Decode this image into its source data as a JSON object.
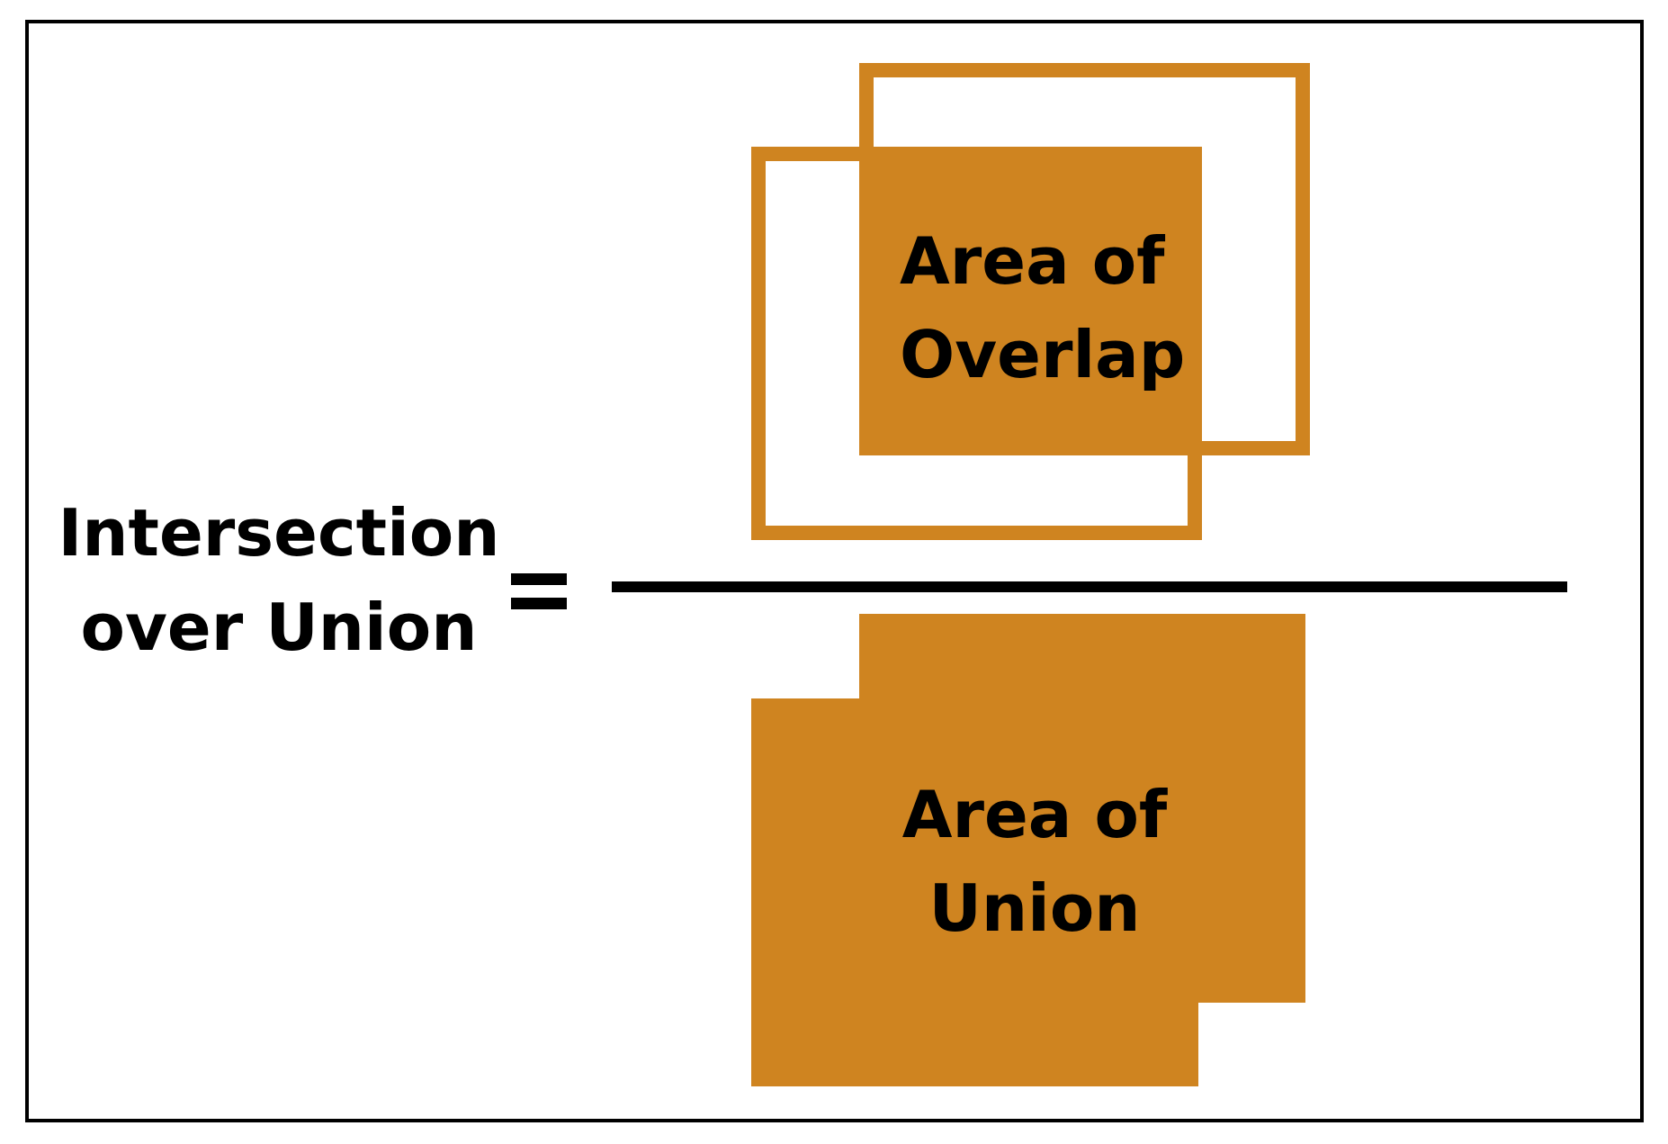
{
  "colors": {
    "accent": "#CF8420",
    "ink": "#000000",
    "background": "#FFFFFF"
  },
  "formula": {
    "lhs": {
      "line1": "Intersection",
      "line2": "over Union"
    },
    "equals": "=",
    "numerator": {
      "line1": "Area of",
      "line2": "Overlap"
    },
    "denominator": {
      "line1": "Area of",
      "line2": "Union"
    }
  }
}
